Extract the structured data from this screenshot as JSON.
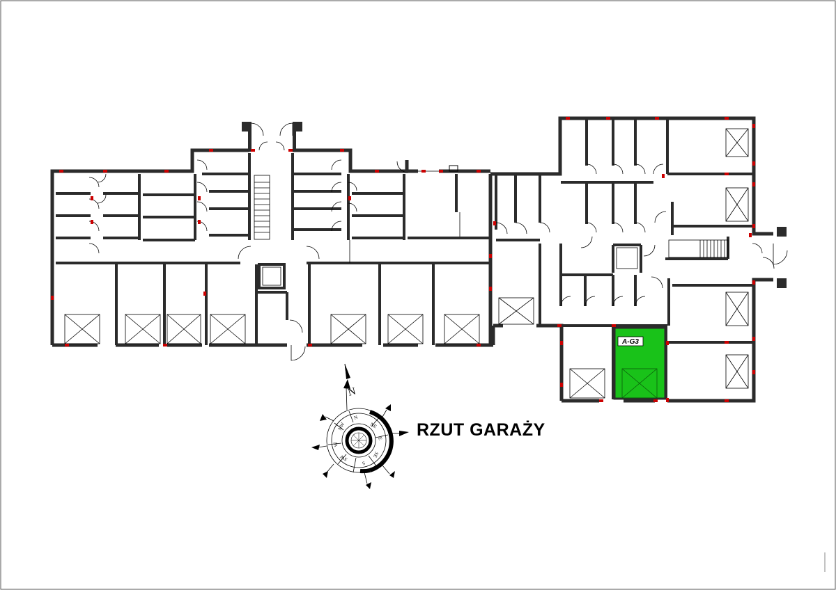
{
  "drawing": {
    "title": "RZUT GARAŻY",
    "highlighted_unit": {
      "label": "A-G3",
      "color": "#19c219"
    }
  },
  "compass": {
    "north_letter": "N",
    "directions": [
      "N",
      "NE",
      "E",
      "SE",
      "S",
      "SW",
      "W",
      "NW"
    ]
  },
  "colors": {
    "wall": "#2b2b2b",
    "column": "#cc0000",
    "line": "#000000",
    "background": "#ffffff"
  }
}
